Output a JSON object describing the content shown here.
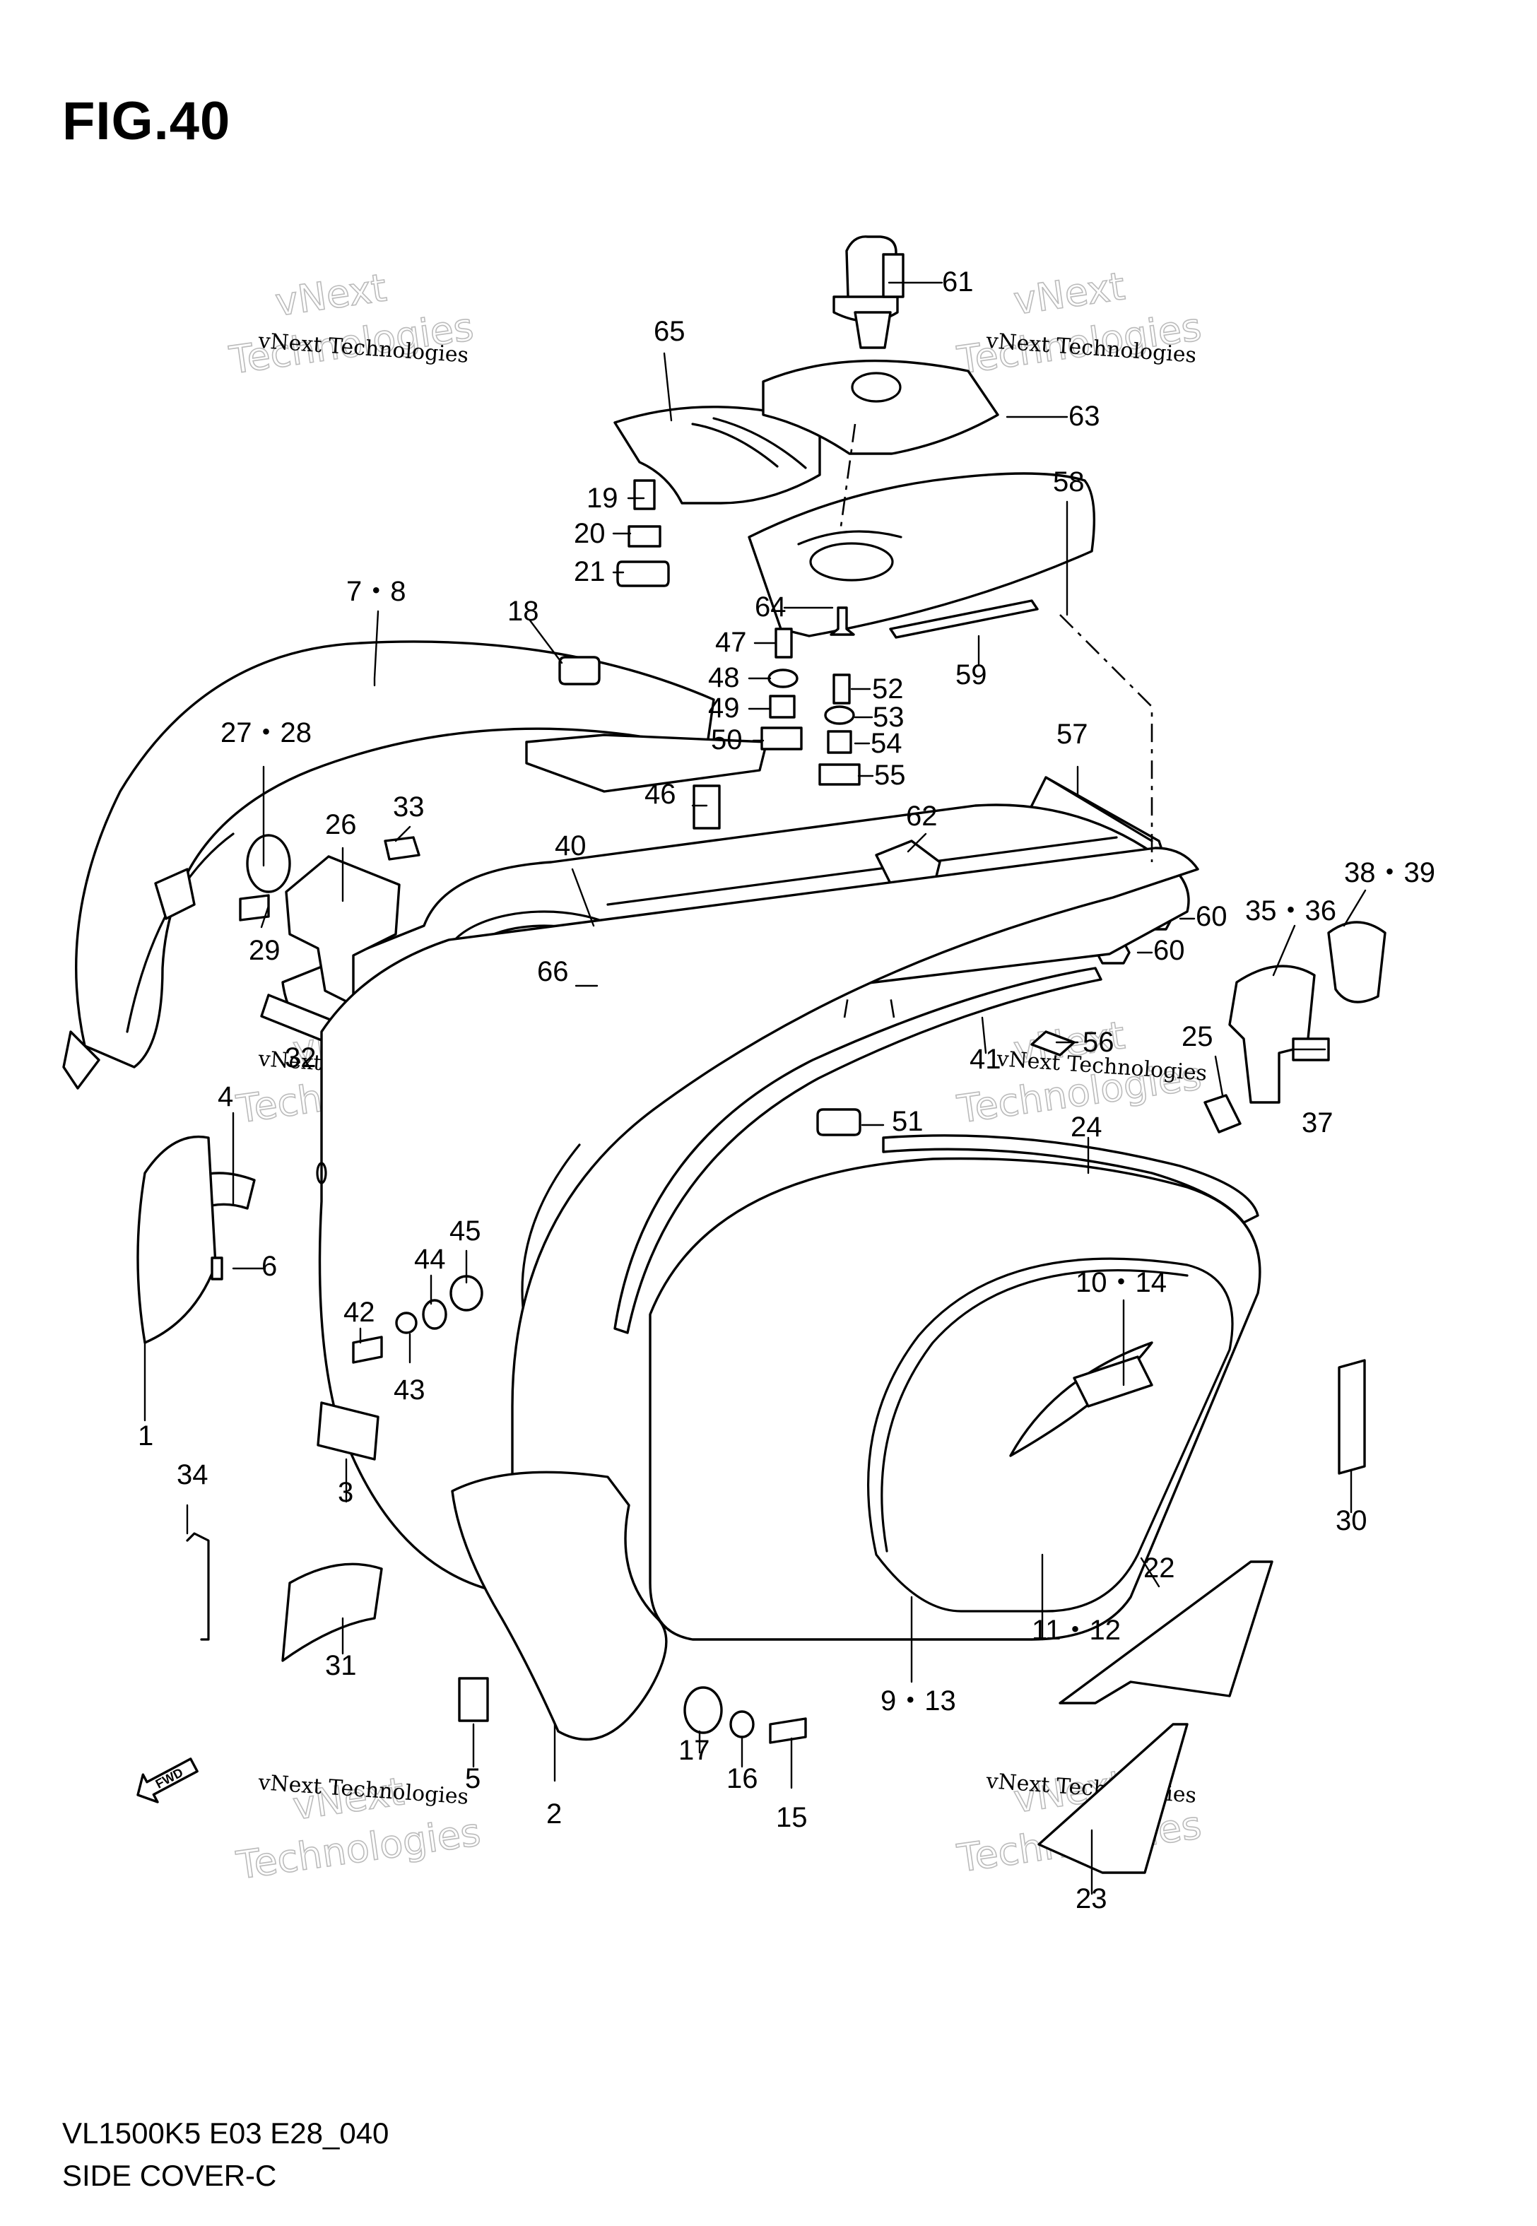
{
  "figure": {
    "title": "FIG.40",
    "model_code": "VL1500K5 E03 E28_040",
    "caption": "SIDE COVER-C",
    "fwd_label": "FWD"
  },
  "watermark": {
    "line1": "vNext Technologies",
    "line2": "vNext",
    "line3": "Technologies"
  },
  "callouts": [
    {
      "id": "c61",
      "label": "61"
    },
    {
      "id": "c65",
      "label": "65"
    },
    {
      "id": "c63",
      "label": "63"
    },
    {
      "id": "c58",
      "label": "58"
    },
    {
      "id": "c19",
      "label": "19"
    },
    {
      "id": "c20",
      "label": "20"
    },
    {
      "id": "c21",
      "label": "21"
    },
    {
      "id": "c64",
      "label": "64"
    },
    {
      "id": "c78",
      "label": "7・8"
    },
    {
      "id": "c18",
      "label": "18"
    },
    {
      "id": "c47",
      "label": "47"
    },
    {
      "id": "c48",
      "label": "48"
    },
    {
      "id": "c49",
      "label": "49"
    },
    {
      "id": "c50",
      "label": "50"
    },
    {
      "id": "c52",
      "label": "52"
    },
    {
      "id": "c53",
      "label": "53"
    },
    {
      "id": "c54",
      "label": "54"
    },
    {
      "id": "c55",
      "label": "55"
    },
    {
      "id": "c59",
      "label": "59"
    },
    {
      "id": "c57",
      "label": "57"
    },
    {
      "id": "c2728",
      "label": "27・28"
    },
    {
      "id": "c46",
      "label": "46"
    },
    {
      "id": "c62",
      "label": "62"
    },
    {
      "id": "c26",
      "label": "26"
    },
    {
      "id": "c33",
      "label": "33"
    },
    {
      "id": "c40",
      "label": "40"
    },
    {
      "id": "c29",
      "label": "29"
    },
    {
      "id": "c66",
      "label": "66"
    },
    {
      "id": "c60a",
      "label": "60"
    },
    {
      "id": "c60b",
      "label": "60"
    },
    {
      "id": "c3839",
      "label": "38・39"
    },
    {
      "id": "c3536",
      "label": "35・36"
    },
    {
      "id": "c32",
      "label": "32"
    },
    {
      "id": "c41",
      "label": "41"
    },
    {
      "id": "c56",
      "label": "56"
    },
    {
      "id": "c25",
      "label": "25"
    },
    {
      "id": "c4",
      "label": "4"
    },
    {
      "id": "c24",
      "label": "24"
    },
    {
      "id": "c51",
      "label": "51"
    },
    {
      "id": "c37",
      "label": "37"
    },
    {
      "id": "c6",
      "label": "6"
    },
    {
      "id": "c45",
      "label": "45"
    },
    {
      "id": "c44",
      "label": "44"
    },
    {
      "id": "c1014",
      "label": "10・14"
    },
    {
      "id": "c42",
      "label": "42"
    },
    {
      "id": "c43",
      "label": "43"
    },
    {
      "id": "c1",
      "label": "1"
    },
    {
      "id": "c3",
      "label": "3"
    },
    {
      "id": "c34",
      "label": "34"
    },
    {
      "id": "c30",
      "label": "30"
    },
    {
      "id": "c22",
      "label": "22"
    },
    {
      "id": "c1112",
      "label": "11・12"
    },
    {
      "id": "c31",
      "label": "31"
    },
    {
      "id": "c913",
      "label": "9・13"
    },
    {
      "id": "c17",
      "label": "17"
    },
    {
      "id": "c16",
      "label": "16"
    },
    {
      "id": "c15",
      "label": "15"
    },
    {
      "id": "c5",
      "label": "5"
    },
    {
      "id": "c2",
      "label": "2"
    },
    {
      "id": "c23",
      "label": "23"
    }
  ]
}
